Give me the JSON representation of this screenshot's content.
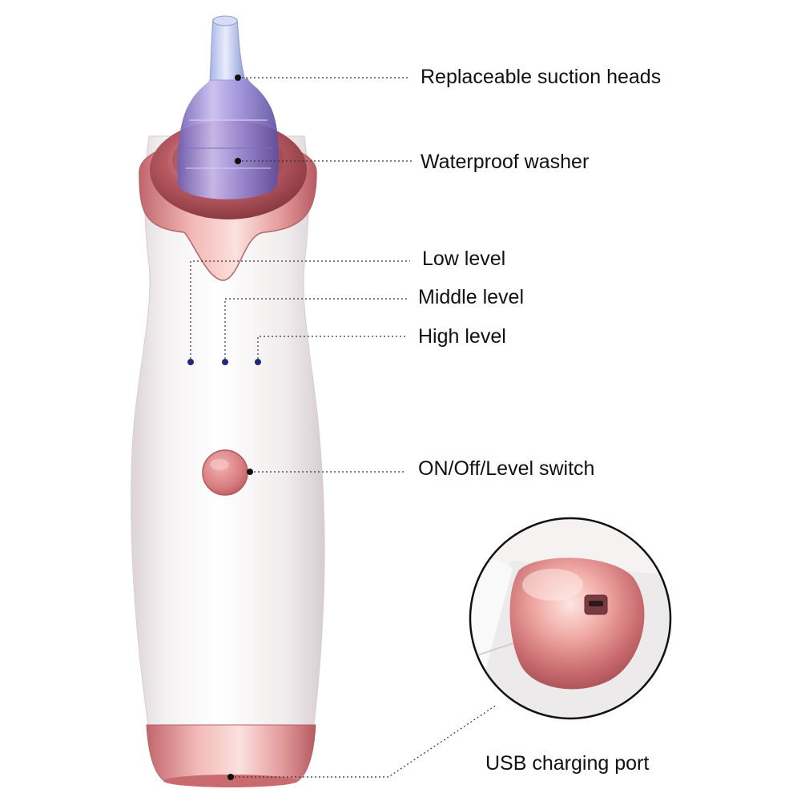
{
  "callouts": {
    "suction_heads": "Replaceable suction heads",
    "waterproof_washer": "Waterproof washer",
    "low_level": "Low level",
    "middle_level": "Middle level",
    "high_level": "High level",
    "switch": "ON/Off/Level switch",
    "usb_port": "USB charging port"
  },
  "colors": {
    "rose_gold": "#e8a3a3",
    "rose_gold_dark": "#c96f72",
    "body_white": "#f7f4f4",
    "nozzle_purple": "#8c79c6",
    "indicator_blue": "#1e2a7a",
    "leader_line": "#333333"
  },
  "icons": {
    "usb_port": "usb-port-icon",
    "level_indicator": "led-dot-icon"
  }
}
